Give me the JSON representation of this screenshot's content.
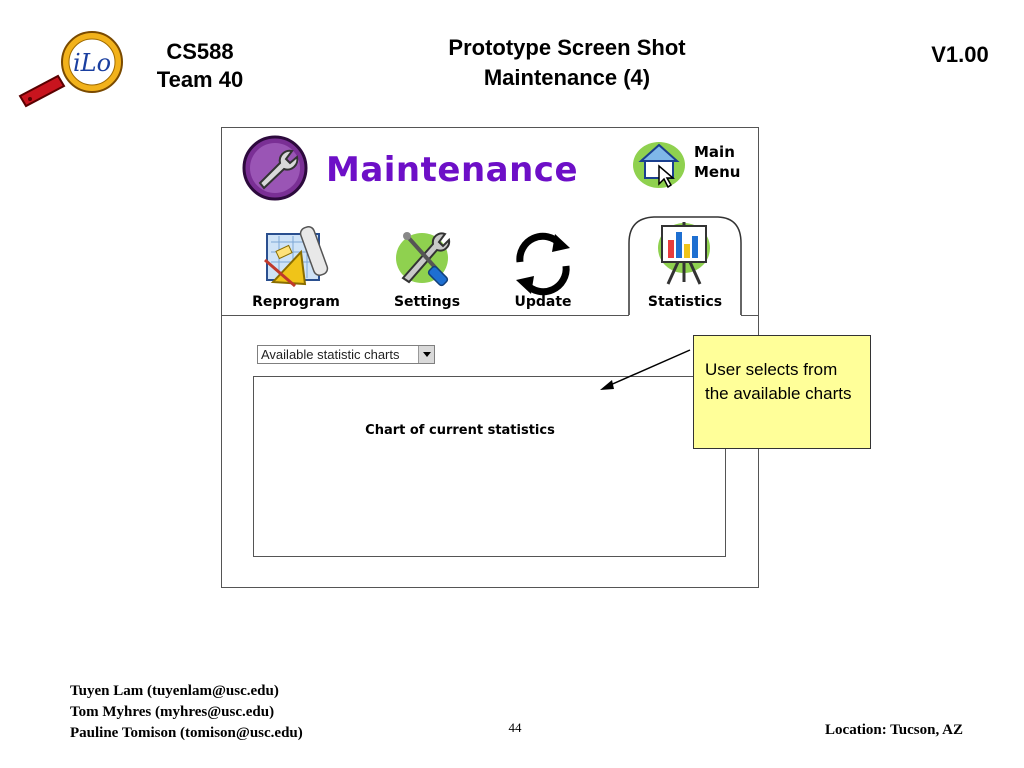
{
  "header": {
    "course_line1": "CS588",
    "course_line2": "Team 40",
    "title_line1": "Prototype Screen Shot",
    "title_line2": "Maintenance (4)",
    "version": "V1.00",
    "logo_text": "iLo"
  },
  "screen": {
    "title": "Maintenance",
    "main_menu_line1": "Main",
    "main_menu_line2": "Menu",
    "tabs": [
      {
        "label": "Reprogram",
        "icon": "blueprint-icon"
      },
      {
        "label": "Settings",
        "icon": "tools-icon"
      },
      {
        "label": "Update",
        "icon": "refresh-icon"
      },
      {
        "label": "Statistics",
        "icon": "bar-chart-easel-icon",
        "selected": true
      }
    ],
    "chart_select": {
      "value": "Available statistic charts"
    },
    "chart_area_label": "Chart of current statistics",
    "accent_color": "#6d0fc7"
  },
  "callout": {
    "text": "User selects from the available charts",
    "color": "#ffff99"
  },
  "footer": {
    "authors": [
      "Tuyen Lam (tuyenlam@usc.edu)",
      "Tom Myhres (myhres@usc.edu)",
      "Pauline Tomison (tomison@usc.edu)"
    ],
    "page_number": "44",
    "location": "Location:  Tucson, AZ"
  }
}
